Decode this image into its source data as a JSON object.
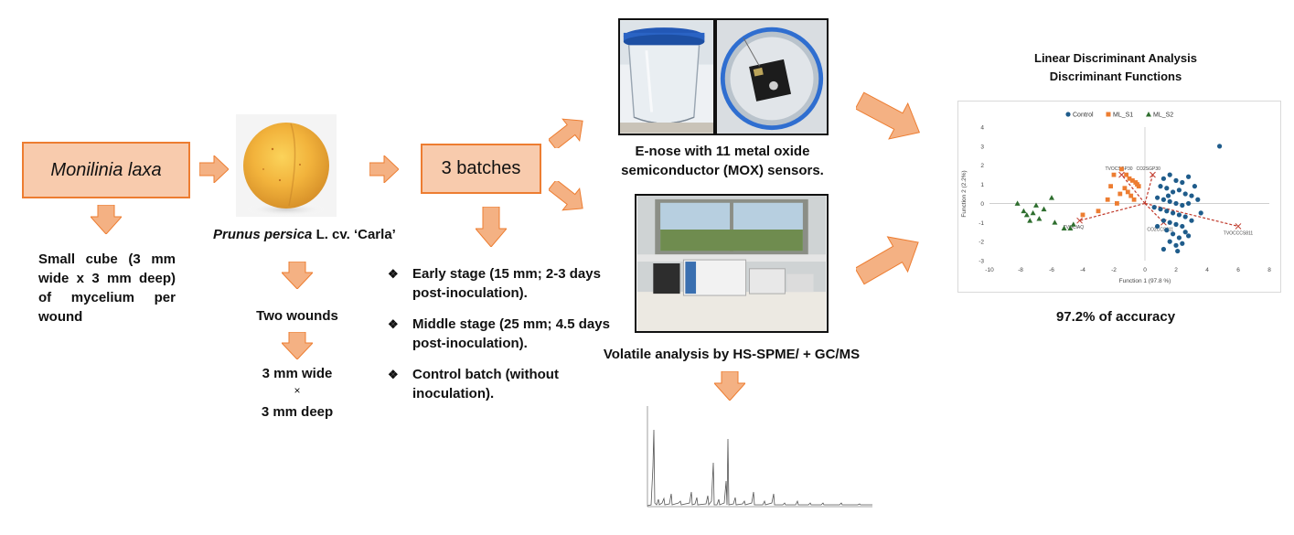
{
  "colors": {
    "box_fill": "#f8cbad",
    "box_border": "#ed7d31",
    "arrow": "#f4b183",
    "control": "#1f5c8b",
    "ml_s1": "#ed7d31",
    "ml_s2": "#2e6e2e",
    "vector": "#c0392b"
  },
  "fungus_box": {
    "label": "Monilinia laxa"
  },
  "fungus_note": {
    "text": "Small cube (3 mm wide x 3 mm deep) of mycelium per wound"
  },
  "fruit": {
    "species": "Prunus persica",
    "cultivar": "L. cv. ‘Carla’",
    "wounds_label": "Two wounds",
    "wound_width": "3 mm wide",
    "times_symbol": "×",
    "wound_depth": "3 mm deep"
  },
  "batches_box": {
    "label": "3 batches"
  },
  "batches": [
    {
      "glyph": "❖",
      "text": "Early stage (15 mm; 2-3 days post-inoculation)."
    },
    {
      "glyph": "❖",
      "text": "Middle stage (25 mm; 4.5 days post-inoculation)."
    },
    {
      "glyph": "❖",
      "text": "Control batch (without inoculation)."
    }
  ],
  "enose": {
    "caption": "E-nose with 11 metal oxide semiconductor (MOX) sensors."
  },
  "volatile": {
    "caption": "Volatile analysis by HS-SPME/ + GC/MS"
  },
  "lda": {
    "title_line1": "Linear Discriminant Analysis",
    "title_line2": "Discriminant Functions",
    "accuracy": "97.2% of accuracy"
  },
  "chart_data": {
    "type": "scatter",
    "title": "",
    "xlabel": "Function 1 (97.8 %)",
    "ylabel": "Function 2 (2.2%)",
    "xlim": [
      -10,
      8
    ],
    "ylim": [
      -3,
      4
    ],
    "xticks": [
      -10,
      -8,
      -6,
      -4,
      -2,
      0,
      2,
      4,
      6,
      8
    ],
    "yticks": [
      -3,
      -2,
      -1,
      0,
      1,
      2,
      3,
      4
    ],
    "legend_position": "top",
    "series": [
      {
        "name": "Control",
        "marker": "circle",
        "x": [
          4.8,
          1.2,
          1.6,
          2.0,
          2.4,
          2.8,
          3.2,
          1.0,
          1.4,
          1.8,
          2.2,
          2.6,
          3.0,
          3.4,
          0.8,
          1.2,
          1.6,
          2.0,
          2.4,
          2.8,
          1.0,
          1.4,
          1.8,
          2.2,
          2.6,
          3.0,
          0.6,
          1.2,
          1.6,
          2.0,
          2.4,
          1.4,
          1.8,
          2.2,
          2.6,
          1.6,
          2.0,
          2.4,
          2.8,
          1.2,
          0.8,
          3.6,
          1.5,
          2.1
        ],
        "y": [
          3.0,
          1.3,
          1.5,
          1.2,
          1.1,
          1.4,
          0.9,
          0.9,
          0.8,
          0.6,
          0.7,
          0.5,
          0.4,
          0.2,
          0.3,
          0.2,
          0.1,
          0.0,
          -0.1,
          0.0,
          -0.3,
          -0.4,
          -0.5,
          -0.6,
          -0.7,
          -0.9,
          -0.2,
          -0.9,
          -1.0,
          -1.1,
          -1.2,
          -1.4,
          -1.6,
          -1.8,
          -1.5,
          -2.0,
          -2.2,
          -2.1,
          -1.7,
          -2.4,
          -1.2,
          -0.5,
          0.4,
          -2.5
        ]
      },
      {
        "name": "ML_S1",
        "marker": "square",
        "x": [
          -2.0,
          -1.5,
          -1.2,
          -1.0,
          -0.8,
          -0.6,
          -0.4,
          -1.3,
          -1.1,
          -0.9,
          -0.7,
          -2.4,
          -1.6,
          -0.5,
          -4.0,
          -2.2,
          -3.0,
          -1.8
        ],
        "y": [
          1.5,
          1.8,
          1.5,
          1.3,
          1.2,
          1.1,
          0.9,
          0.8,
          0.6,
          0.4,
          0.2,
          0.2,
          0.5,
          1.0,
          -0.6,
          0.9,
          -0.4,
          0.0
        ],
        "note": ""
      },
      {
        "name": "ML_S2",
        "marker": "triangle",
        "x": [
          -8.2,
          -7.8,
          -7.6,
          -7.2,
          -6.8,
          -6.5,
          -6.0,
          -7.4,
          -7.0,
          -5.8,
          -5.2,
          -4.8,
          -4.6
        ],
        "y": [
          0.0,
          -0.4,
          -0.6,
          -0.5,
          -0.8,
          -0.3,
          0.3,
          -0.9,
          -0.1,
          -1.0,
          -1.3,
          -1.3,
          -1.1
        ]
      }
    ],
    "vectors": [
      {
        "label": "TVOCSGP30",
        "x": -1.5,
        "y": 1.5
      },
      {
        "label": "CO2SGP30",
        "x": 0.5,
        "y": 1.5
      },
      {
        "label": "TVOCIAQ",
        "x": -4.2,
        "y": -0.9
      },
      {
        "label": "CO2CCS811",
        "x": 1.2,
        "y": -1.0
      },
      {
        "label": "TVOCCCS811",
        "x": 6.0,
        "y": -1.2
      }
    ]
  }
}
